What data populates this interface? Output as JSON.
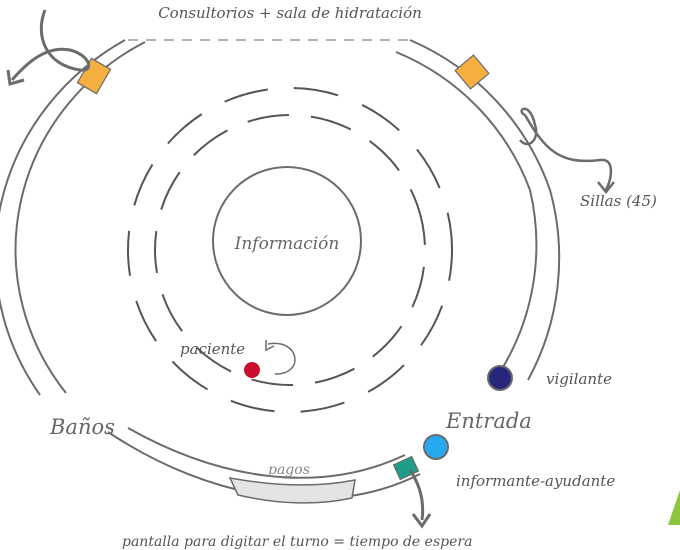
{
  "labels": {
    "top": "Consultorios + sala de hidratación",
    "center": "Información",
    "chairs": "Sillas (45)",
    "entrance": "Entrada",
    "bathrooms": "Baños",
    "patient": "paciente",
    "guard": "vigilante",
    "informant": "informante-ayudante",
    "payments": "pagos",
    "screen": "pantalla para digitar el turno = tiempo de espera"
  },
  "colors": {
    "line": "#6b6b6b",
    "orange": "#f6b040",
    "patient": "#c8102e",
    "guard": "#25287a",
    "informant": "#25aaf0",
    "screen": "#1e9e8a",
    "payments_fill": "#e3e4e6",
    "accent_green": "#8cc63f"
  }
}
